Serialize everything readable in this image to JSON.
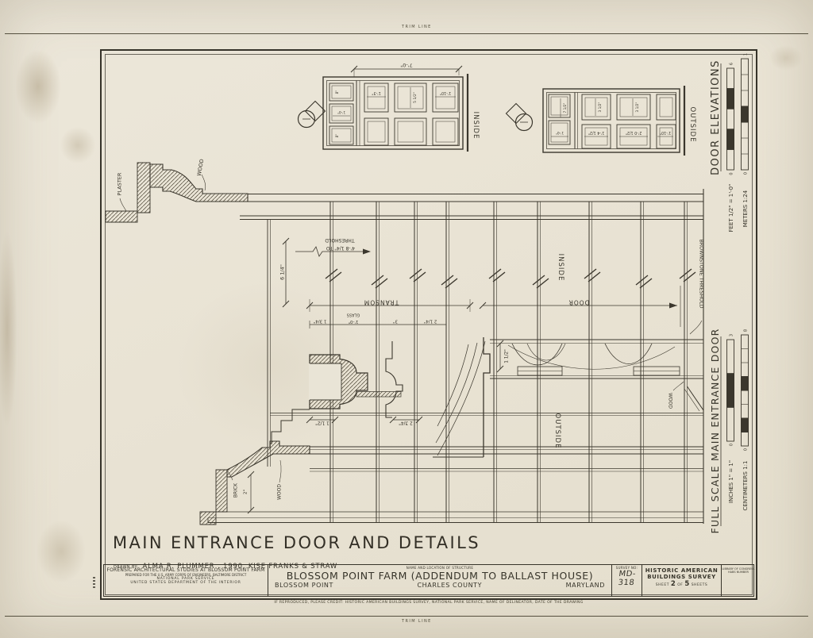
{
  "page": {
    "trim_label_top": "TRIM LINE",
    "trim_label_bottom": "TRIM LINE"
  },
  "title": "MAIN ENTRANCE DOOR AND DETAILS",
  "credit": {
    "drawn_by_label": "DRAWN BY:",
    "drawn_by": "ALMA R. PLUMMER , 1990, KISE FRANKS & STRAW"
  },
  "elevation_left": {
    "side": "INSIDE",
    "dim_width": "7'-0\"",
    "t_top": "8\"",
    "t_mid": "1'-0\"",
    "t_bot": "8\"",
    "p1": "1'-3\"",
    "p2": "5 1/2\"",
    "p3": "1'-10\""
  },
  "elevation_right": {
    "side": "OUTSIDE",
    "t_top": "7 1/2\"",
    "t_bot": "1'-0\"",
    "v1": "3 1/2\"",
    "v2": "3 1/2\"",
    "p1": "1'-4 1/2\"",
    "p2": "2'-0 1/2\"",
    "p3": "1'-10\""
  },
  "right_rail": {
    "elev_heading": "DOOR ELEVATIONS",
    "feet_label": "FEET  1/2\" = 1'-0\"",
    "meters_label": "METERS  1:24",
    "fs_heading": "FULL SCALE MAIN ENTRANCE DOOR",
    "inches_label": "INCHES  1\" = 1\"",
    "cm_label": "CENTIMETERS  1:1",
    "feet_top": "6",
    "feet_zero": "0",
    "meters_top": "1",
    "meters_zero": "0",
    "inches_top": "3",
    "inches_zero": "0",
    "cm_top": "8",
    "cm_zero": "0"
  },
  "section": {
    "plaster": "PLASTER",
    "wood_top": "WOOD",
    "brick": "BRICK",
    "brick_dim": "2\"",
    "wood_bottom": "WOOD",
    "wood_threshold": "WOOD",
    "note_line1": "4'-8 1/4\" TO",
    "note_line2": "THRESHOLD",
    "height_dim": "6 1/4\"",
    "transom": "TRANSOM",
    "glass": "GLASS",
    "door": "DOOR",
    "inside": "INSIDE",
    "outside": "OUTSIDE",
    "threshold": "BROWNSTONE THRESHOLD",
    "d_1": "1 3/4\"",
    "d_2": "1'-0\"",
    "d_3": "3\"",
    "d_4": "2 1/4\"",
    "d_5": "1 1/2\"",
    "d_6": "1 1/2\"",
    "d_7": "2 3/4\""
  },
  "titleblock": {
    "agency_line1": "FORENSIC ARCHITECTURAL STUDIES AT BLOSSOM POINT FARM",
    "agency_line2": "PREPARED FOR THE U.S. ARMY CORPS OF ENGINEERS, BALTIMORE DISTRICT",
    "agency_line3": "NATIONAL PARK SERVICE",
    "agency_line4": "UNITED STATES DEPARTMENT OF THE INTERIOR",
    "structure_label": "NAME AND LOCATION OF STRUCTURE",
    "structure_name": "BLOSSOM POINT FARM (ADDENDUM TO BALLAST HOUSE)",
    "locality": "BLOSSOM POINT",
    "county": "CHARLES COUNTY",
    "state": "MARYLAND",
    "survey_label": "SURVEY NO:",
    "survey_no": "MD-318",
    "habs_line1": "HISTORIC AMERICAN",
    "habs_line2": "BUILDINGS SURVEY",
    "sheet_prefix": "SHEET",
    "sheet_no": "2",
    "sheet_of": "OF",
    "sheet_total": "5",
    "sheet_suffix": "SHEETS",
    "loc_line1": "LIBRARY OF CONGRESS",
    "loc_line2": "HABS NUMBER",
    "repro_credit": "IF REPRODUCED, PLEASE CREDIT: HISTORIC AMERICAN BUILDINGS SURVEY, NATIONAL PARK SERVICE, NAME OF DELINEATOR, DATE OF THE DRAWING"
  }
}
